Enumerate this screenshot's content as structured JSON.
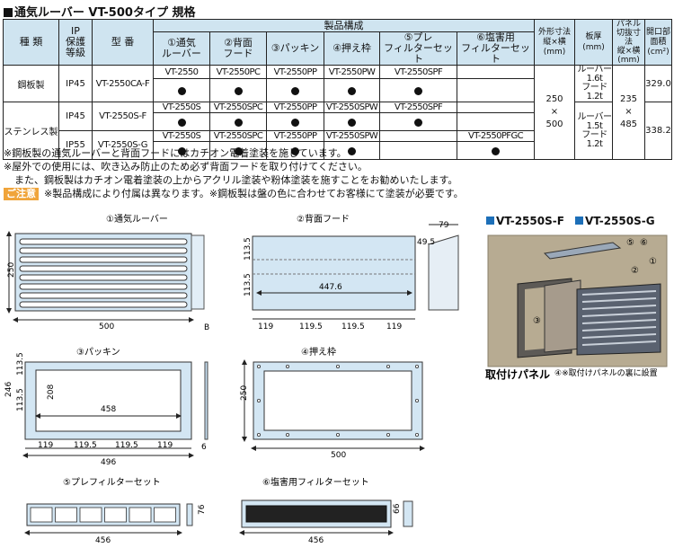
{
  "title": "通気ルーバー VT-500タイプ 規格",
  "table": {
    "headers": {
      "kind": "種 類",
      "ip": "IP\n保護\n等級",
      "model": "型 番",
      "composition": "製品構成",
      "parts": [
        "①通気\nルーバー",
        "②背面\nフード",
        "③パッキン",
        "④押え枠",
        "⑤プレ\nフィルターセット",
        "⑥塩害用\nフィルターセット"
      ],
      "outer": "外形寸法\n縦×横\n(mm)",
      "thickness": "板厚\n(mm)",
      "cutout": "パネル\n切抜寸法\n縦×横\n(mm)",
      "opening": "開口部\n面積\n(cm²)"
    },
    "rows": [
      {
        "kind": "鋼板製",
        "ip": "IP45",
        "model": "VT-2550CA-F",
        "parts": [
          "VT-2550",
          "VT-2550PC",
          "VT-2550PP",
          "VT-2550PW",
          "VT-2550SPF",
          ""
        ]
      },
      {
        "kind": "ステンレス製",
        "ip": "IP45",
        "model": "VT-2550S-F",
        "parts": [
          "VT-2550S",
          "VT-2550SPC",
          "VT-2550PP",
          "VT-2550SPW",
          "VT-2550SPF",
          ""
        ]
      },
      {
        "kind": "",
        "ip": "IP55",
        "model": "VT-2550S-G",
        "parts": [
          "VT-2550S",
          "VT-2550SPC",
          "VT-2550PP",
          "VT-2550SPW",
          "",
          "VT-2550PFGC"
        ]
      }
    ],
    "outer_size": "250\n×\n500",
    "thickness_steel": "ルーバー1.6t\nフード 1.2t",
    "thickness_stainless": "ルーバー1.5t\nフード 1.2t",
    "cutout_size": "235\n×\n485",
    "opening_steel": "329.0",
    "opening_stainless": "338.2"
  },
  "notes": [
    "※鋼板製の通気ルーバーと背面フードにはカチオン電着塗装を施しています。",
    "※屋外での使用には、吹き込み防止のため必ず背面フードを取り付けてください。",
    "また、鋼板製はカチオン電着塗装の上からアクリル塗装や粉体塗装を施すことをお勧めいたします。"
  ],
  "caution_badge": "ご注意",
  "caution_text": "※製品構成により付属は異なります。※鋼板製は盤の色に合わせてお客様にて塗装が必要です。",
  "drawings": {
    "louver": {
      "title": "①通気ルーバー",
      "dim_w": "500",
      "dim_h": "250",
      "dim_b": "B"
    },
    "hood": {
      "title": "②背面フード",
      "dims": [
        "79",
        "49.5",
        "113.5",
        "113.5",
        "447.6",
        "119",
        "119.5",
        "119.5",
        "119"
      ]
    },
    "packing": {
      "title": "③パッキン",
      "dims": [
        "113.5",
        "113.5",
        "246",
        "208",
        "458",
        "119",
        "119.5",
        "119.5",
        "119",
        "496",
        "6"
      ]
    },
    "frame": {
      "title": "④押え枠",
      "dims": [
        "250",
        "500"
      ]
    },
    "prefilter": {
      "title": "⑤プレフィルターセット",
      "dims": [
        "456",
        "76"
      ]
    },
    "saltfilter": {
      "title": "⑥塩害用フィルターセット",
      "dims": [
        "456",
        "66"
      ]
    }
  },
  "assembly": {
    "labels": [
      "VT-2550S-F",
      "VT-2550S-G"
    ],
    "markers": [
      "⑤",
      "⑥",
      "①",
      "②",
      "③"
    ],
    "panel_label": "取付けパネル",
    "panel_note": "④※取付けパネルの裏に設置"
  },
  "colors": {
    "header_bg": "#cfe4f0",
    "drawing_fill": "#d3e6f3",
    "label_blue": "#1d6fb8",
    "badge": "#f0a43a"
  }
}
